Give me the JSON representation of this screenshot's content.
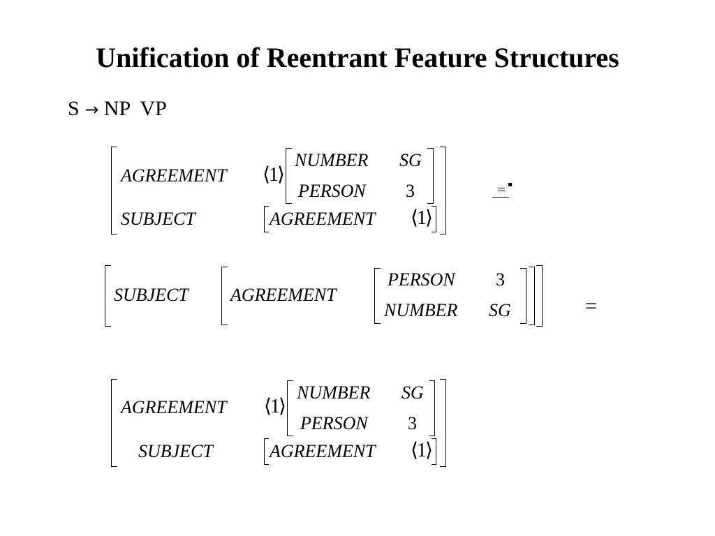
{
  "slide": {
    "title": "Unification of Reentrant Feature Structures",
    "rule": {
      "lhs": "S",
      "arrow": "→",
      "rhs": "NP  VP"
    }
  },
  "fs1": {
    "agreement": "AGREEMENT",
    "tag_open": "⟨",
    "tag": "1",
    "tag_close": "⟩",
    "number": "NUMBER",
    "number_val": "SG",
    "person": "PERSON",
    "person_val": "3",
    "subject": "SUBJECT",
    "sub_agreement": "AGREEMENT"
  },
  "fs2": {
    "subject": "SUBJECT",
    "agreement": "AGREEMENT",
    "person": "PERSON",
    "person_val": "3",
    "number": "NUMBER",
    "number_val": "SG"
  },
  "fs3": {
    "agreement": "AGREEMENT",
    "tag": "1",
    "number": "NUMBER",
    "number_val": "SG",
    "person": "PERSON",
    "person_val": "3",
    "subject": "SUBJECT",
    "sub_agreement": "AGREEMENT"
  },
  "operators": {
    "unify_icon": "unification-icon",
    "equals": "="
  }
}
